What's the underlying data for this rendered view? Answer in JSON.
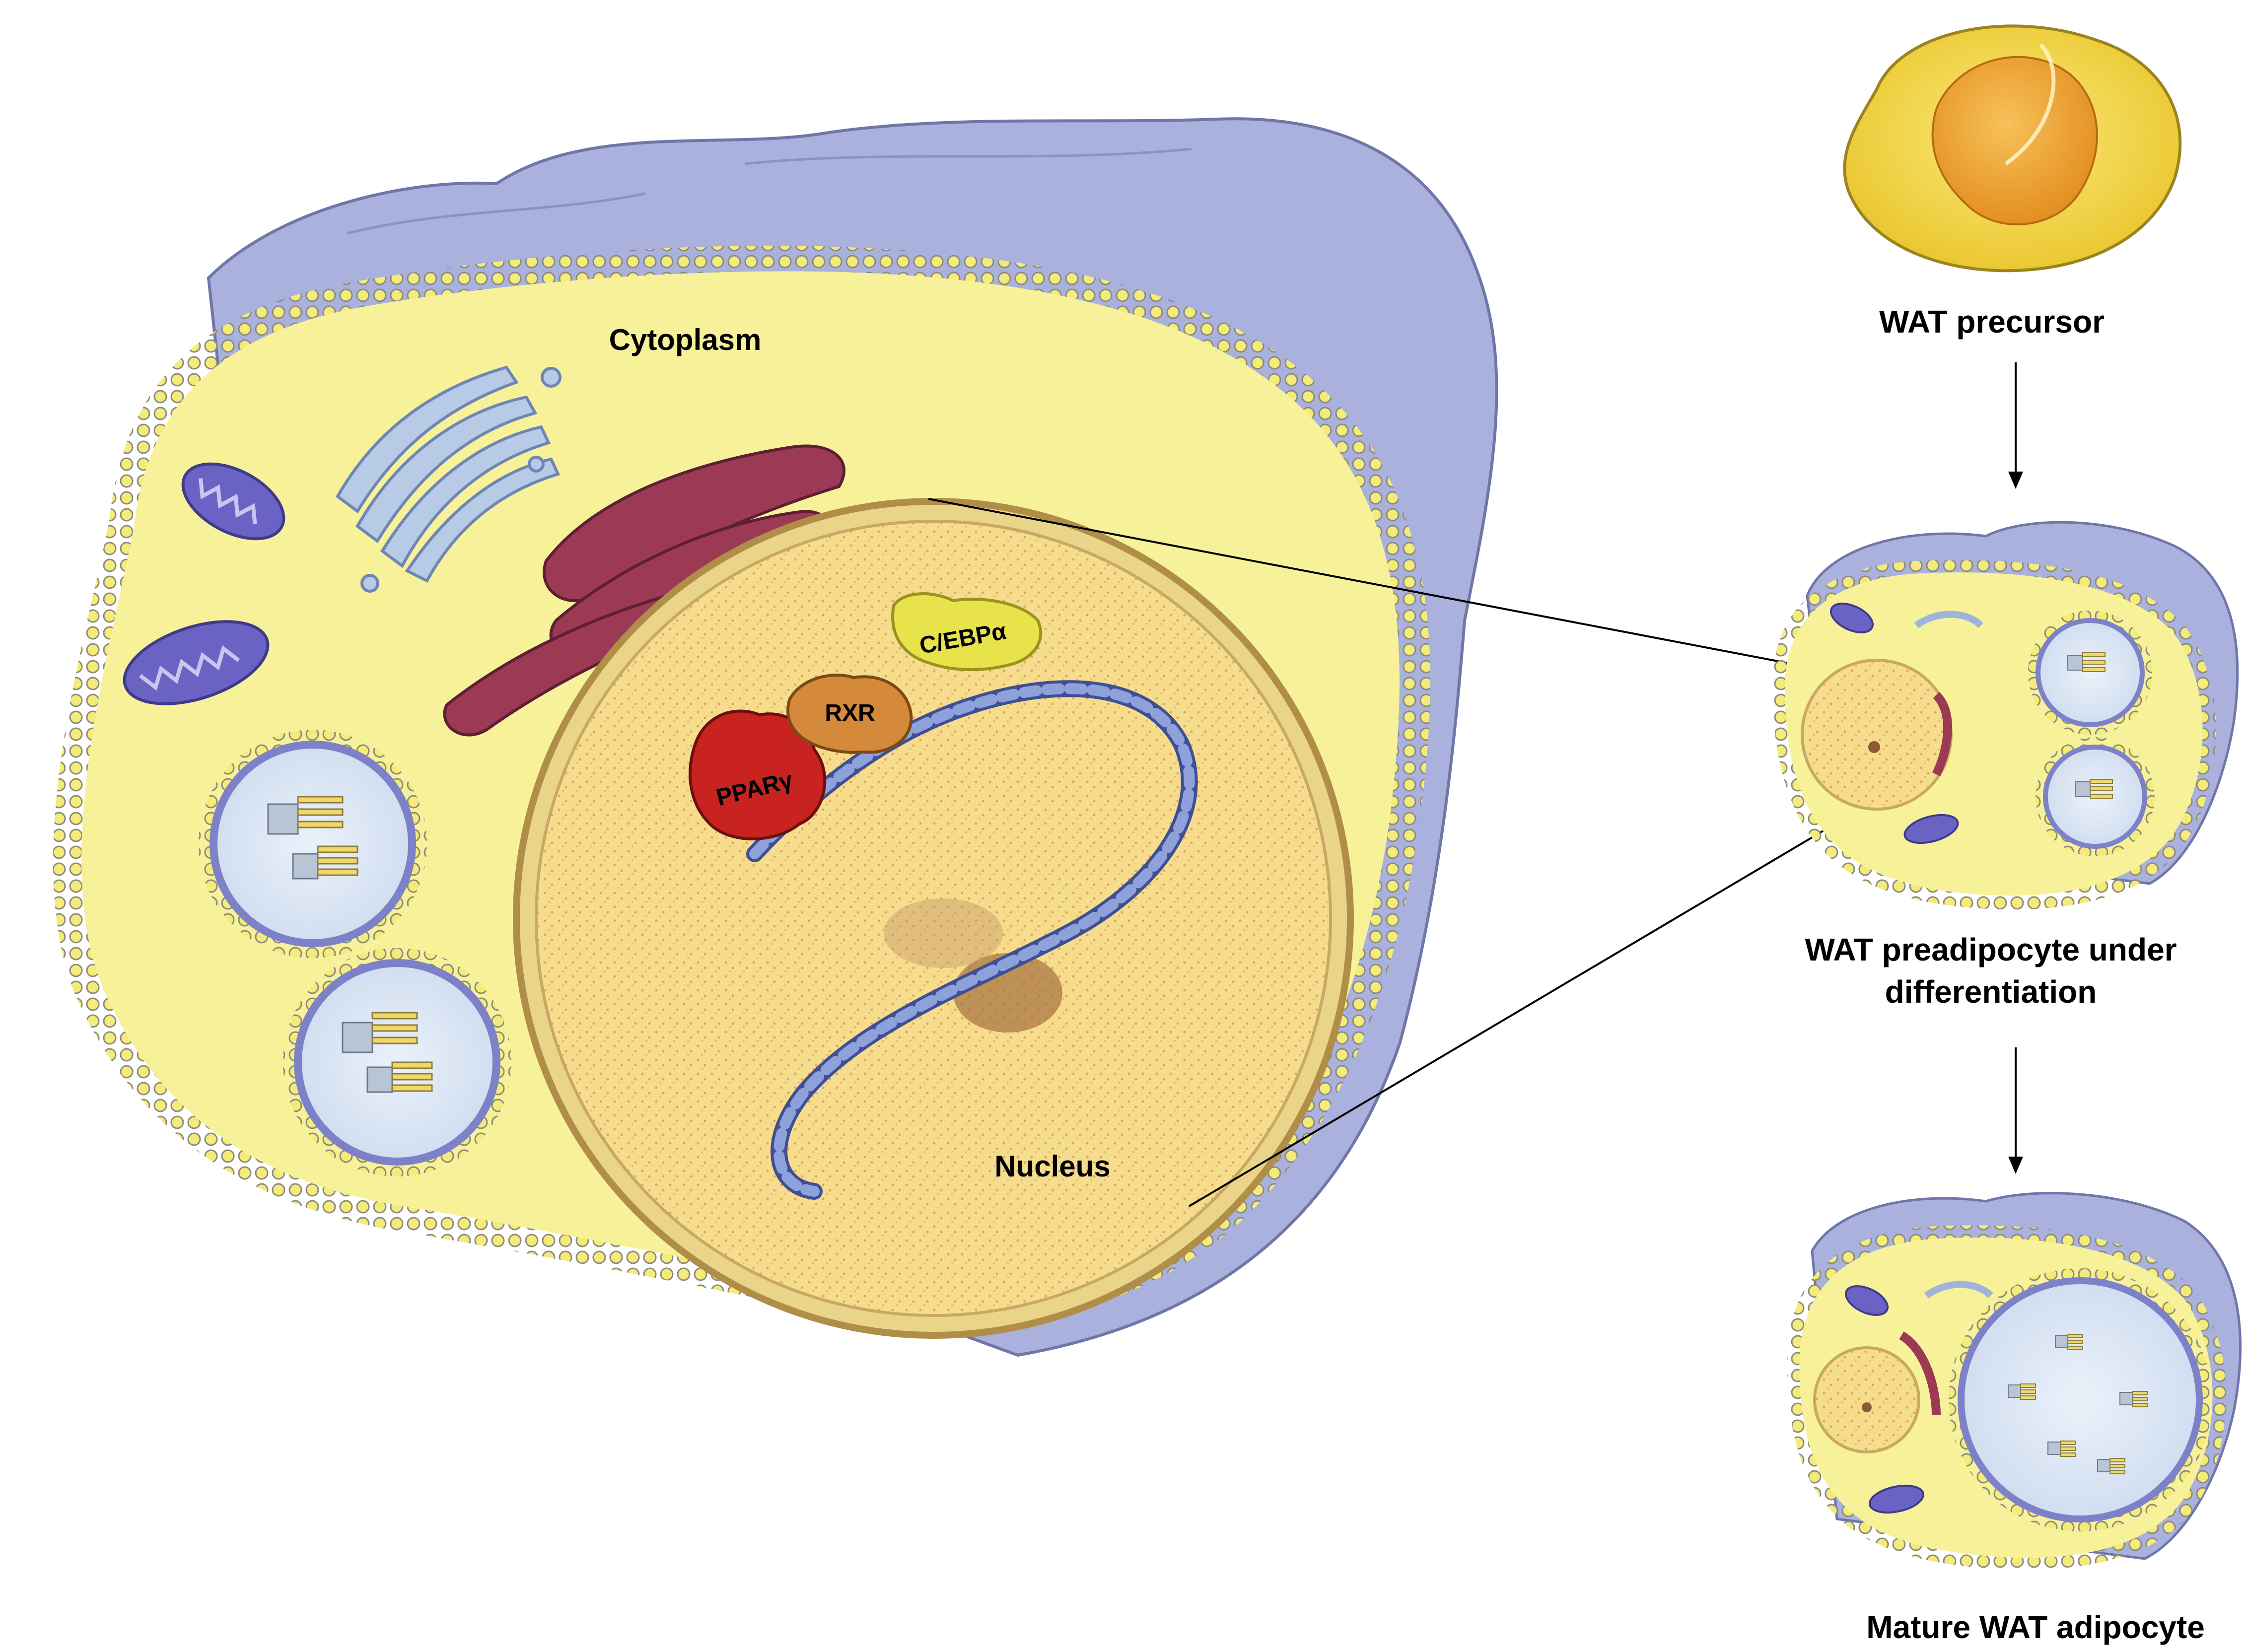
{
  "labels": {
    "cytoplasm": "Cytoplasm",
    "nucleus": "Nucleus",
    "pparg": "PPARγ",
    "rxr": "RXR",
    "cebpa": "C/EBPα"
  },
  "stages": [
    {
      "id": "wat-precursor",
      "label": "WAT precursor"
    },
    {
      "id": "wat-preadipocyte",
      "label_line1": "WAT preadipocyte under",
      "label_line2": "differentiation"
    },
    {
      "id": "mature-wat-adipocyte",
      "label": "Mature WAT adipocyte"
    }
  ],
  "colors": {
    "cytoplasm": "#f7f29a",
    "membrane_back": "#a9b1dc",
    "membrane_beads": "#f3ec7a",
    "nucleus": "#f6dc8a",
    "nuclear_envelope": "#c9a864",
    "mitochondria": "#6a63c4",
    "golgi": "#b8cbe6",
    "rough_er": "#9c3a55",
    "lipid_droplet": "#dfe9f5",
    "lipid_rim": "#7d82c8",
    "dna": "#6b7fbf",
    "pparg": "#c8231f",
    "rxr": "#d48a3a",
    "cebpa": "#e8e34a",
    "precursor_outer": "#f3dc44",
    "precursor_inner": "#f0a53a"
  }
}
